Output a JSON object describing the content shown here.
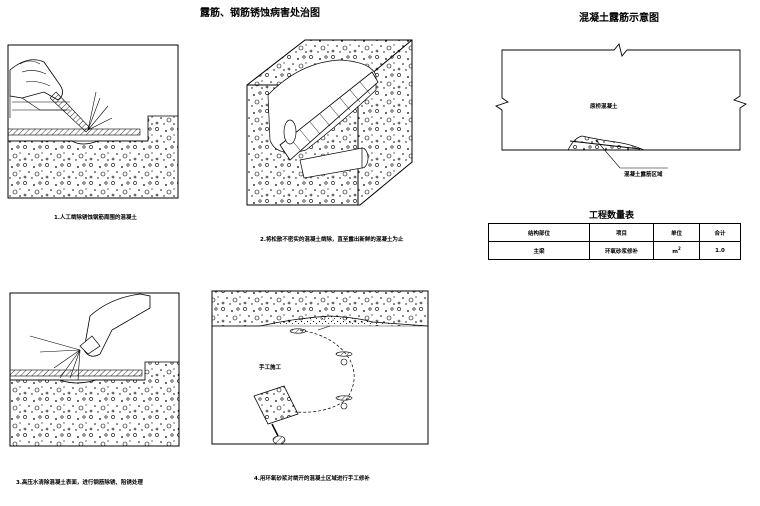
{
  "main_title": "露筋、钢筋锈蚀病害处治图",
  "side_title": "混凝土露筋示意图",
  "steps": [
    {
      "caption": "1.人工凿除锈蚀钢筋周围的混凝土"
    },
    {
      "caption": "2.将松散不密实的混凝土凿除，直至露出新鲜的混凝土为止"
    },
    {
      "caption": "3.高压水清除混凝土表面，进行钢筋除锈、阻锈处理"
    },
    {
      "caption": "4.用环氧砂浆对凿开的混凝土区域进行手工修补"
    }
  ],
  "step4_label": "手工施工",
  "schematic": {
    "concrete_label": "原桥混凝土",
    "exposed_label": "混凝土露筋区域"
  },
  "table": {
    "title": "工程数量表",
    "headers": [
      "结构部位",
      "项目",
      "单位",
      "合计"
    ],
    "rows": [
      [
        "主梁",
        "环氧砂浆修补",
        "m",
        "1.0"
      ]
    ],
    "unit_sup": "2"
  }
}
